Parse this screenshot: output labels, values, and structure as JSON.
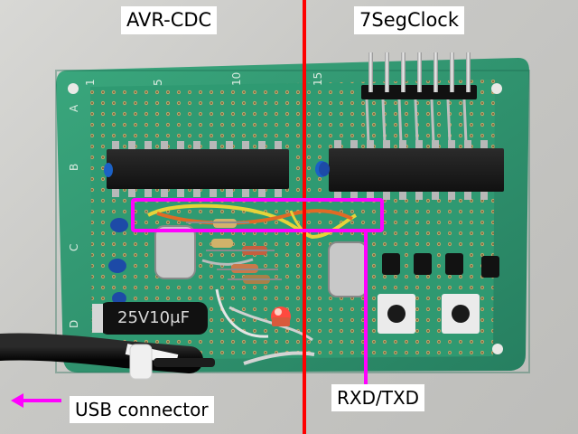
{
  "labels": {
    "left_module": "AVR-CDC",
    "right_module": "7SegClock",
    "usb": "USB connector",
    "rxd_txd": "RXD/TXD"
  },
  "silkscreen": {
    "column_marks": [
      "1",
      "5",
      "10",
      "15"
    ],
    "row_marks": [
      "A",
      "B",
      "C",
      "D"
    ]
  },
  "colors": {
    "divider": "#ff0000",
    "highlight": "#ff00ff",
    "board": "#2f9a72",
    "chip": "#1b1b1b"
  },
  "capacitor_text": "25V10μF"
}
